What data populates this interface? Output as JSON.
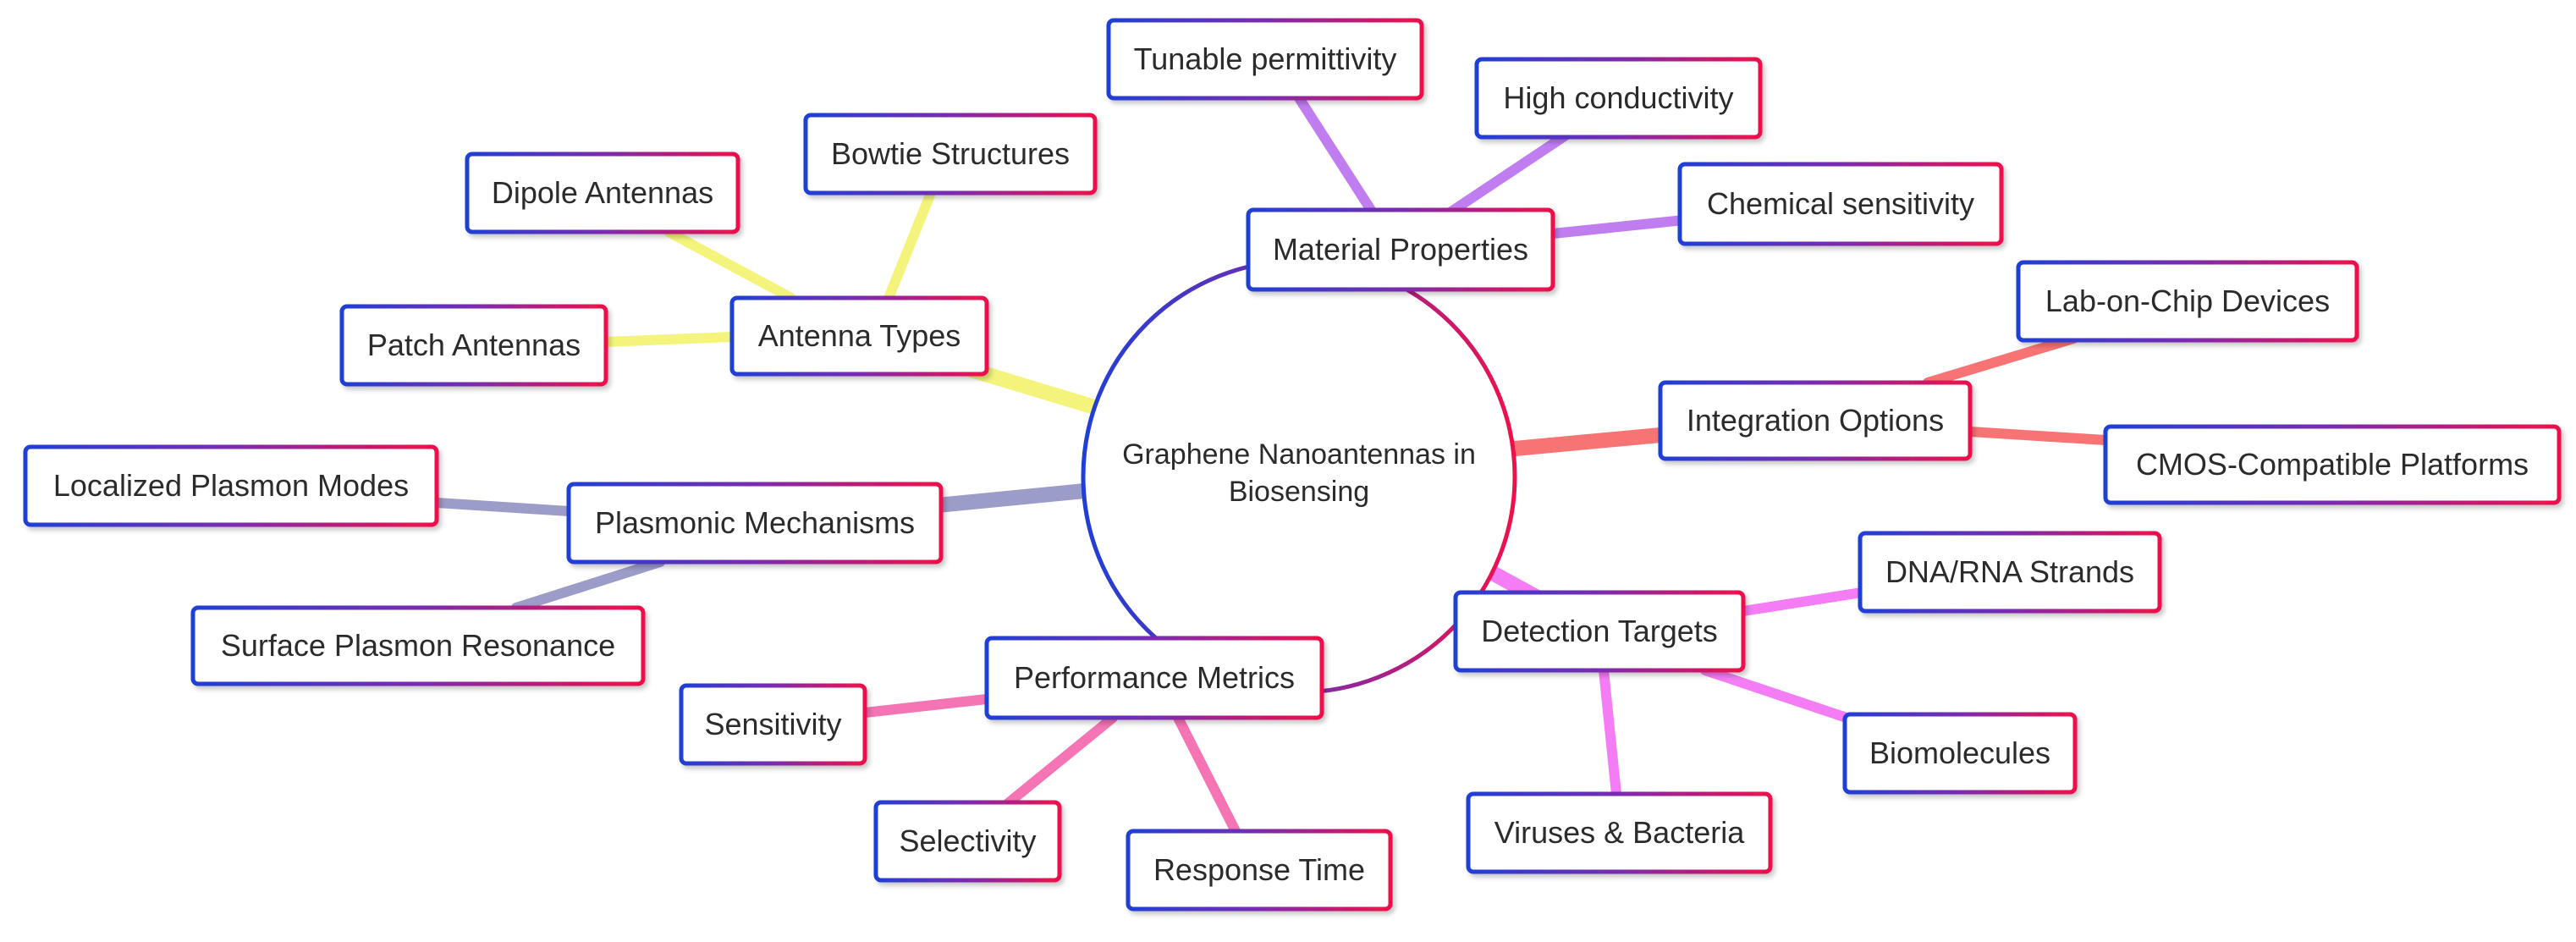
{
  "center": {
    "label_line1": "Graphene Nanoantennas in",
    "label_line2": "Biosensing"
  },
  "branches": [
    {
      "id": "material",
      "label": "Material Properties",
      "color": "#c07df0",
      "children": [
        "Tunable permittivity",
        "High conductivity",
        "Chemical sensitivity"
      ]
    },
    {
      "id": "integration",
      "label": "Integration Options",
      "color": "#f87474",
      "children": [
        "Lab-on-Chip Devices",
        "CMOS-Compatible Platforms"
      ]
    },
    {
      "id": "detection",
      "label": "Detection Targets",
      "color": "#f47cf4",
      "children": [
        "DNA/RNA Strands",
        "Biomolecules",
        "Viruses & Bacteria"
      ]
    },
    {
      "id": "performance",
      "label": "Performance Metrics",
      "color": "#f474b4",
      "children": [
        "Sensitivity",
        "Selectivity",
        "Response Time"
      ]
    },
    {
      "id": "plasmonic",
      "label": "Plasmonic Mechanisms",
      "color": "#9c9cc8",
      "children": [
        "Localized Plasmon Modes",
        "Surface Plasmon Resonance"
      ]
    },
    {
      "id": "antenna",
      "label": "Antenna Types",
      "color": "#f4f47c",
      "children": [
        "Dipole Antennas",
        "Bowtie Structures",
        "Patch Antennas"
      ]
    }
  ],
  "style": {
    "node_border_start": "#1f3fd6",
    "node_border_mid": "#7a2bb0",
    "node_border_end": "#f0104a",
    "text_color": "#2b2b2b"
  }
}
